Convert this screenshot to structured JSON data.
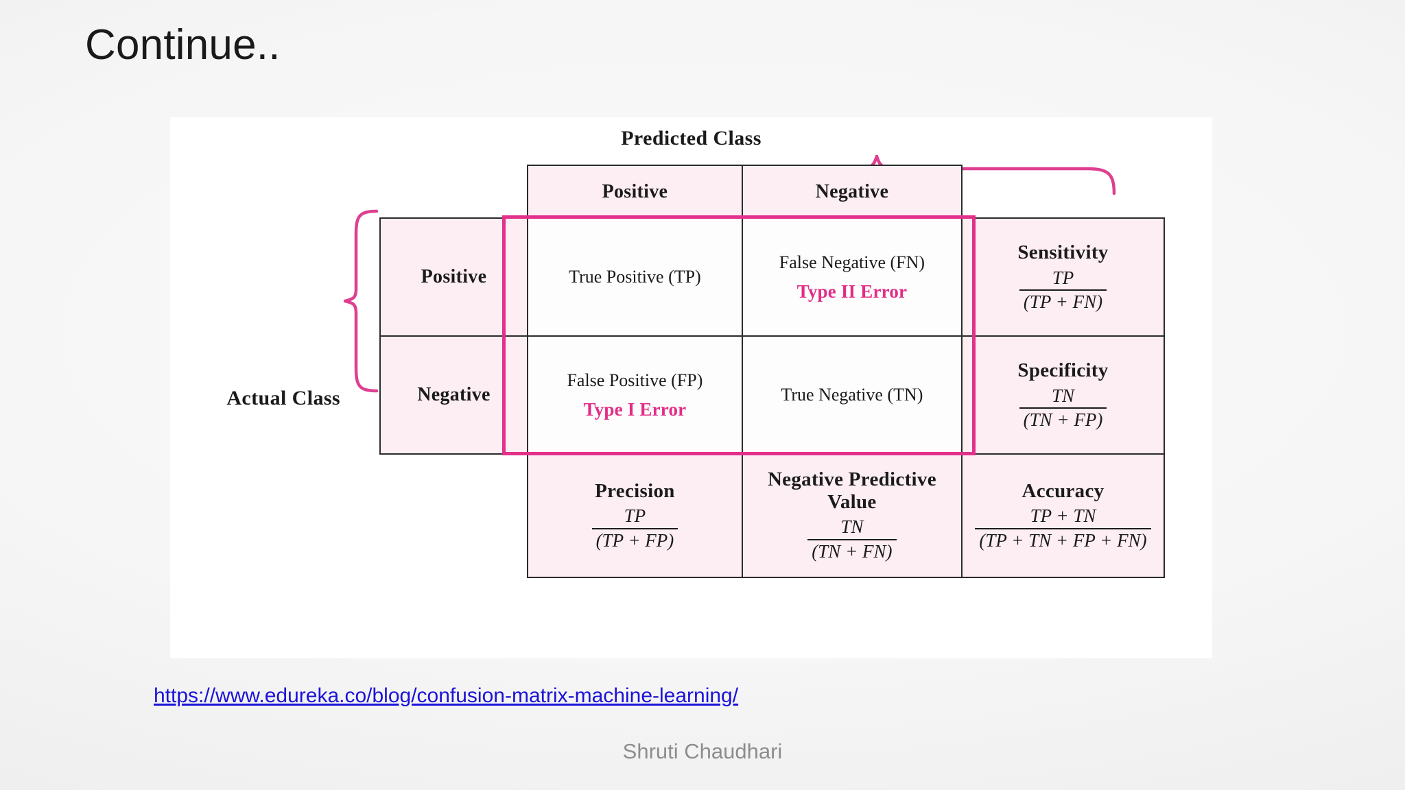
{
  "slide": {
    "title": "Continue..",
    "footer_name": "Shruti Chaudhari",
    "source_url": "https://www.edureka.co/blog/confusion-matrix-machine-learning/"
  },
  "colors": {
    "accent_pink": "#e2308b",
    "error_text": "#e22c87",
    "cell_pink_bg": "#fdeef4",
    "link_blue": "#1b12d8",
    "border_dark": "#2b2b2b",
    "footer_gray": "#8d8d8d"
  },
  "figure": {
    "predicted_class_label": "Predicted Class",
    "actual_class_label": "Actual Class",
    "column_headers": [
      "Positive",
      "Negative"
    ],
    "row_headers": [
      "Positive",
      "Negative"
    ],
    "quadrants": {
      "tp": {
        "label": "True Positive (TP)",
        "error": ""
      },
      "fn": {
        "label": "False Negative (FN)",
        "error": "Type II Error"
      },
      "fp": {
        "label": "False Positive (FP)",
        "error": "Type I Error"
      },
      "tn": {
        "label": "True Negative (TN)",
        "error": ""
      }
    },
    "metrics": {
      "sensitivity": {
        "name": "Sensitivity",
        "numerator": "TP",
        "denominator": "(TP + FN)"
      },
      "specificity": {
        "name": "Specificity",
        "numerator": "TN",
        "denominator": "(TN + FP)"
      },
      "precision": {
        "name": "Precision",
        "numerator": "TP",
        "denominator": "(TP + FP)"
      },
      "npv": {
        "name": "Negative Predictive Value",
        "numerator": "TN",
        "denominator": "(TN + FN)"
      },
      "accuracy": {
        "name": "Accuracy",
        "numerator": "TP + TN",
        "denominator": "(TP + TN + FP + FN)"
      }
    },
    "icons": {
      "top_brace": "curly-brace-horizontal",
      "left_brace": "curly-brace-vertical"
    }
  }
}
